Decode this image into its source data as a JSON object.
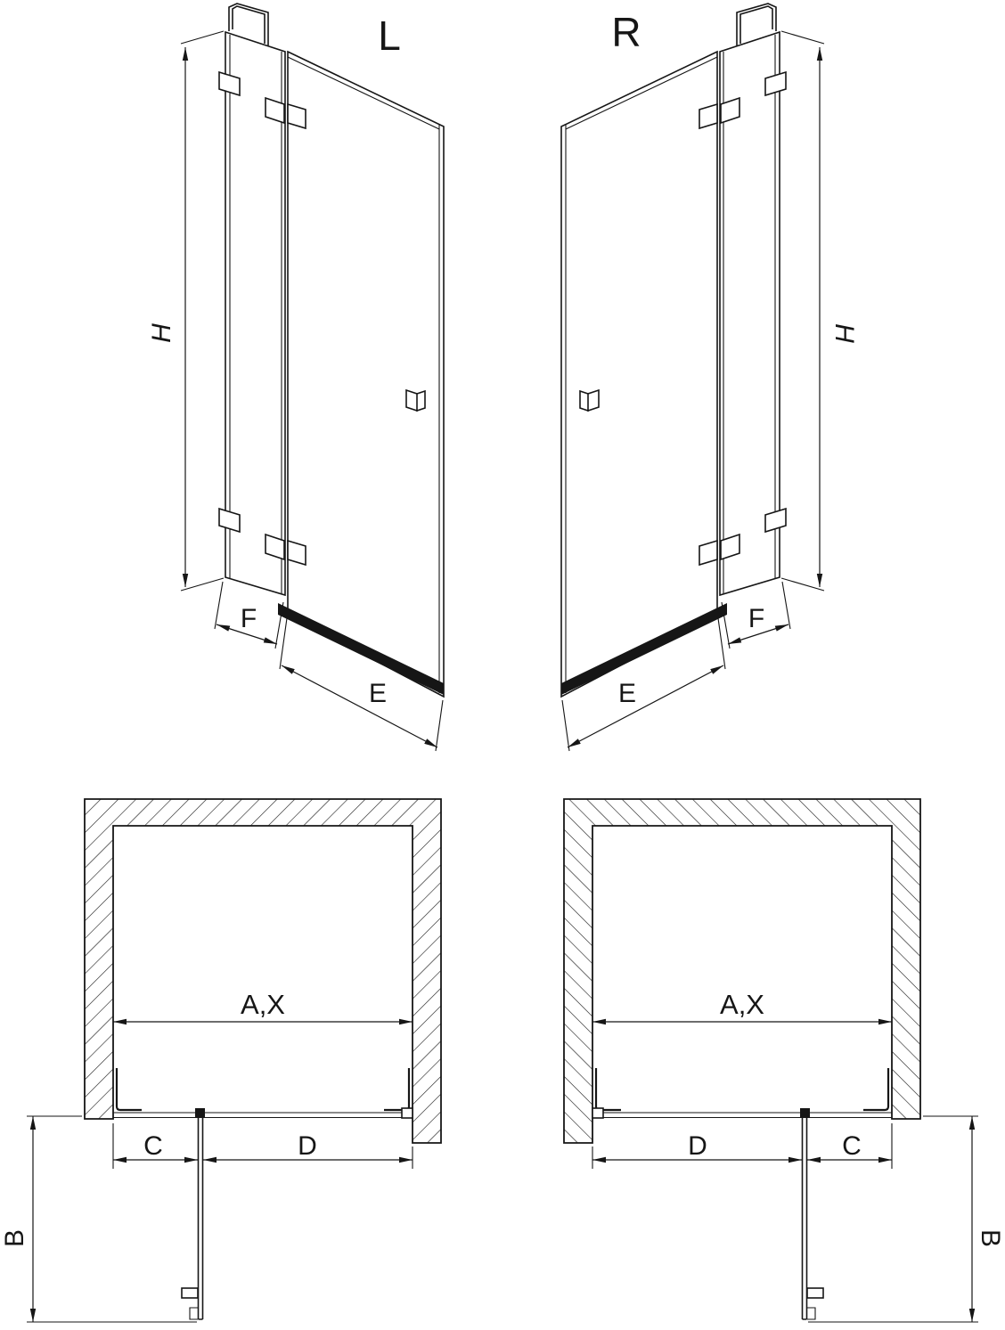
{
  "figure": {
    "description": "Shower door technical dimension drawing: left-hand (L) and right-hand (R) variants, isometric views above and top plan views below",
    "background": "#ffffff",
    "line_color": "#161616"
  },
  "variants": {
    "left": {
      "label": "L"
    },
    "right": {
      "label": "R"
    }
  },
  "dim_labels": {
    "height": "H",
    "fixed_panel": "F",
    "door": "E",
    "opening": "A,X",
    "projection": "B",
    "c": "C",
    "d": "D"
  }
}
